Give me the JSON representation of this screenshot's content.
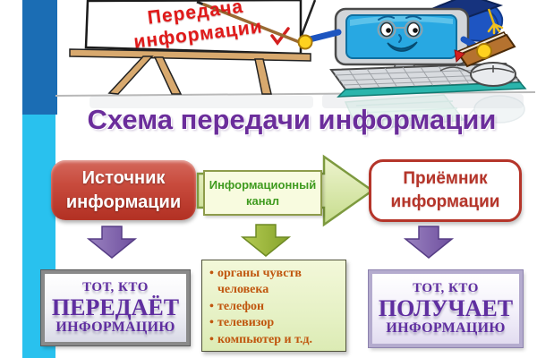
{
  "easel_board": {
    "line1": "Передача",
    "line2": "информации"
  },
  "title": "Схема передачи информации",
  "flow": {
    "source": {
      "line1": "Источник",
      "line2": "информации"
    },
    "channel": {
      "line1": "Информационный",
      "line2": "канал"
    },
    "receiver": {
      "line1": "Приёмник",
      "line2": "информации"
    }
  },
  "details": {
    "sender": {
      "line1": "ТОТ, КТО",
      "line2": "ПЕРЕДАЁТ",
      "line3": "ИНФОРМАЦИЮ"
    },
    "channel_examples": [
      "органы чувств человека",
      "телефон",
      "телевизор",
      "компьютер и т.д."
    ],
    "receiver": {
      "line1": "ТОТ, КТО",
      "line2": "ПОЛУЧАЕТ",
      "line3": "ИНФОРМАЦИЮ"
    }
  },
  "colors": {
    "stripe_top": "#1b6db4",
    "stripe_bottom": "#29c1ee",
    "title_text": "#6b2d9b",
    "board_text": "#e01a1a",
    "source_box_fill": "#c0392b",
    "receiver_box_border": "#b5352a",
    "channel_label_text": "#3f9b1f",
    "channel_arrow_fill": "#dcebad",
    "purple_arrow": "#7b5ca8",
    "green_arrow": "#9cb83c",
    "detail_text": "#5f2ea0",
    "examples_text": "#c0560e"
  }
}
